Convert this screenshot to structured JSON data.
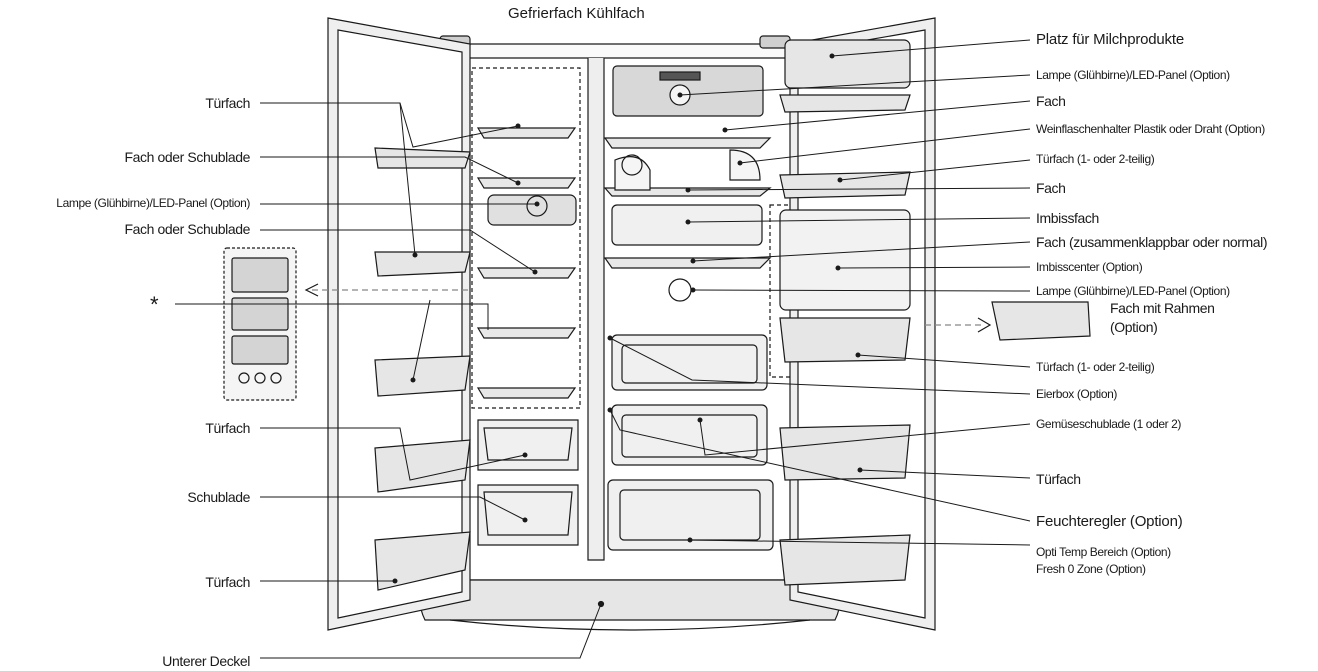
{
  "header": {
    "title": "Gefrierfach Kühlfach"
  },
  "labels_left": {
    "door_shelf_1": "Türfach",
    "shelf_or_drawer_1": "Fach oder Schublade",
    "lamp_left": "Lampe (Glühbirne)/LED-Panel (Option)",
    "shelf_or_drawer_2": "Fach oder Schublade",
    "asterisk": "*",
    "door_shelf_2": "Türfach",
    "drawer": "Schublade",
    "door_shelf_3": "Türfach",
    "lower_cover": "Unterer Deckel"
  },
  "labels_right": {
    "dairy": "Platz für Milchprodukte",
    "lamp_top": "Lampe (Glühbirne)/LED-Panel (Option)",
    "shelf_1": "Fach",
    "wine_rack": "Weinflaschenhalter Plastik oder Draht (Option)",
    "door_shelf_1": "Türfach (1- oder 2-teilig)",
    "shelf_2": "Fach",
    "snack_shelf": "Imbissfach",
    "foldable_shelf": "Fach (zusammenklappbar oder normal)",
    "snack_center": "Imbisscenter (Option)",
    "lamp_mid": "Lampe (Glühbirne)/LED-Panel (Option)",
    "frame_shelf_line1": "Fach mit Rahmen",
    "frame_shelf_line2": "(Option)",
    "door_shelf_2": "Türfach (1- oder 2-teilig)",
    "egg_box": "Eierbox (Option)",
    "vegetable_drawer": "Gemüseschublade (1 oder 2)",
    "door_shelf_3": "Türfach",
    "humidity_control": "Feuchteregler (Option)",
    "opti_temp_line1": "Opti Temp Bereich (Option)",
    "opti_temp_line2": "Fresh 0 Zone (Option)"
  },
  "colors": {
    "line": "#1a1a1a",
    "fill_light": "#f2f2f2",
    "fill_mid": "#dcdcdc",
    "fill_dark": "#b8b8b8"
  }
}
